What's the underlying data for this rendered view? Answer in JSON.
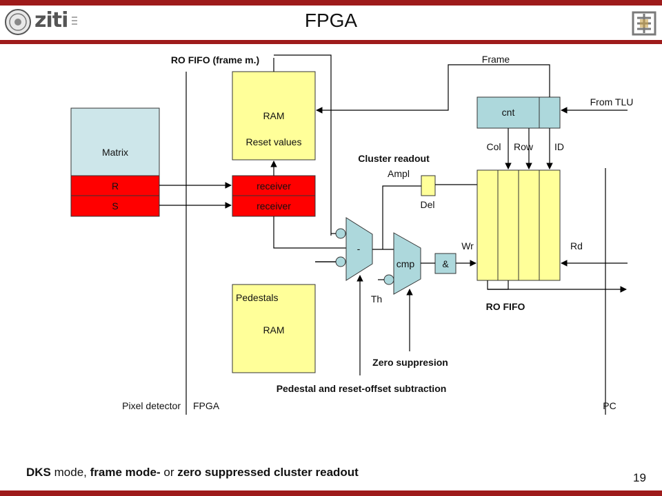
{
  "slide": {
    "title": "FPGA",
    "page_number": "19",
    "caption": {
      "part1": "DKS",
      "part2": " mode, ",
      "part3": "frame mode-",
      "part4": " or ",
      "part5": "zero suppressed cluster readout"
    },
    "logos": {
      "left_seal": "university-seal-icon",
      "left_text": "ziti",
      "right": "ziti-emblem-icon"
    }
  },
  "diagram": {
    "labels": {
      "ro_fifo_frame": "RO FIFO (frame m.)",
      "frame": "Frame",
      "from_tlu": "From TLU",
      "matrix": "Matrix",
      "r": "R",
      "s": "S",
      "ram_top": "RAM",
      "reset_values": "Reset values",
      "receiver_1": "receiver",
      "receiver_2": "receiver",
      "cnt": "cnt",
      "col": "Col",
      "row": "Row",
      "id": "ID",
      "cluster_readout": "Cluster readout",
      "ampl": "Ampl",
      "del": "Del",
      "minus": "-",
      "cmp": "cmp",
      "and": "&",
      "wr": "Wr",
      "rd": "Rd",
      "th": "Th",
      "ro_fifo": "RO FIFO",
      "pedestals": "Pedestals",
      "ram_bottom": "RAM",
      "zero_suppression": "Zero suppresion",
      "pedestal_subtraction": "Pedestal and reset-offset subtraction",
      "pixel_detector": "Pixel detector",
      "fpga": "FPGA",
      "pc": "PC"
    },
    "colors": {
      "memory_fill": "#ffff99",
      "matrix_fill": "#cde6ea",
      "readout_fill": "#ff0000",
      "logic_fill": "#add8dc",
      "accent_bar": "#9e1b1b"
    }
  }
}
